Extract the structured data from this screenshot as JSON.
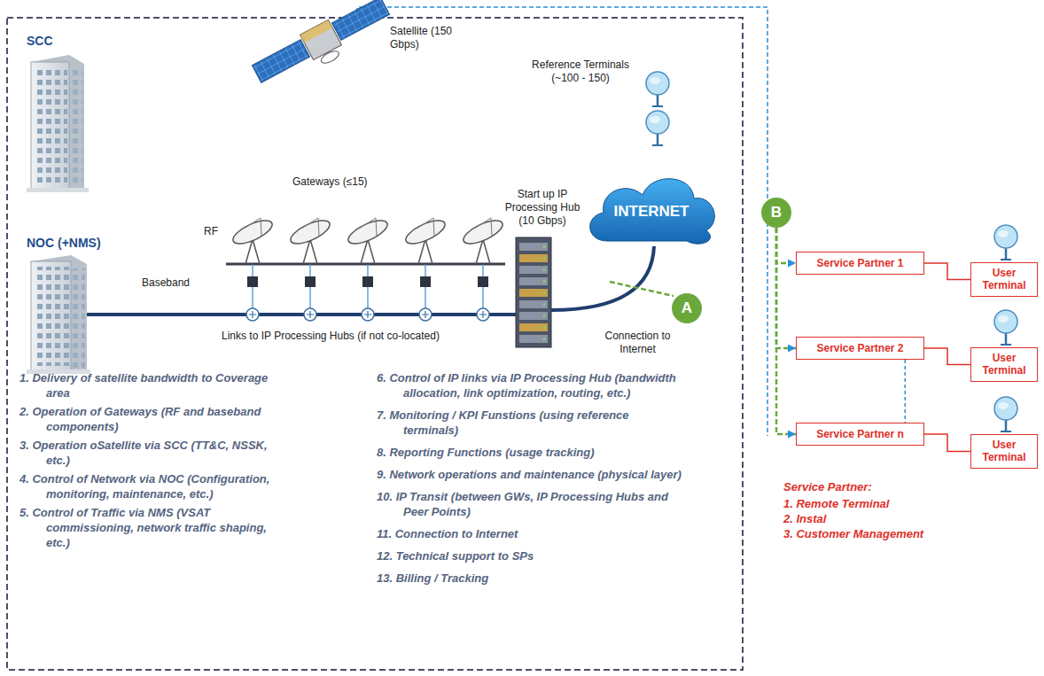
{
  "diagram": {
    "nodes": [
      {
        "text": [
          "INTERNET"
        ]
      },
      {
        "text": [
          "A"
        ]
      },
      {
        "text": [
          "B"
        ]
      },
      {
        "text": [
          "Service Partner 1"
        ]
      },
      {
        "text": [
          "User Terminal"
        ]
      },
      {
        "text": [
          "Service Partner 2"
        ]
      },
      {
        "text": [
          "User Terminal"
        ]
      },
      {
        "text": [
          "Service Partner n"
        ]
      },
      {
        "text": [
          "User Terminal"
        ]
      }
    ],
    "edges": [
      {
        "from": 2,
        "to": 3,
        "arrow": "to"
      },
      {
        "from": 2,
        "to": 5,
        "arrow": "to"
      },
      {
        "from": 2,
        "to": 7,
        "arrow": "to"
      },
      {
        "from": 3,
        "to": 4,
        "arrow": "none"
      },
      {
        "from": 5,
        "to": 6,
        "arrow": "none"
      },
      {
        "from": 7,
        "to": 8,
        "arrow": "none"
      },
      {
        "from": 5,
        "to": 7,
        "arrow": "none"
      }
    ],
    "labels": [
      "SCC",
      "NOC (+NMS)",
      "Satellite (150 Gbps)",
      "Reference Terminals (~100 - 150)",
      "Gateways (≤15)",
      "RF",
      "Baseband",
      "Start up IP Processing Hub (10 Gbps)",
      "Links to IP Processing Hubs (if not co-located)",
      "Connection to Internet",
      "1. Delivery of satellite bandwidth to Coverage area",
      "2. Operation of Gateways (RF and baseband components)",
      "3. Operation oSatellite via SCC (TT&C, NSSK, etc.)",
      "4. Control of Network via NOC (Configuration, monitoring, maintenance, etc.)",
      "5. Control of Traffic via NMS (VSAT commissioning, network traffic shaping, etc.)",
      "6. Control of IP links via IP Processing Hub (bandwidth allocation, link optimization, routing, etc.)",
      "7. Monitoring / KPI Funstions (using reference terminals)",
      "8. Reporting Functions (usage tracking)",
      "9. Network operations and maintenance (physical layer)",
      "10. IP Transit (between GWs, IP Processing Hubs and Peer Points)",
      "11. Connection to Internet",
      "12. Technical support to SPs",
      "13. Billing / Tracking",
      "Service Partner:",
      "1. Remote Terminal",
      "2. Instal",
      "3. Customer Management"
    ]
  }
}
